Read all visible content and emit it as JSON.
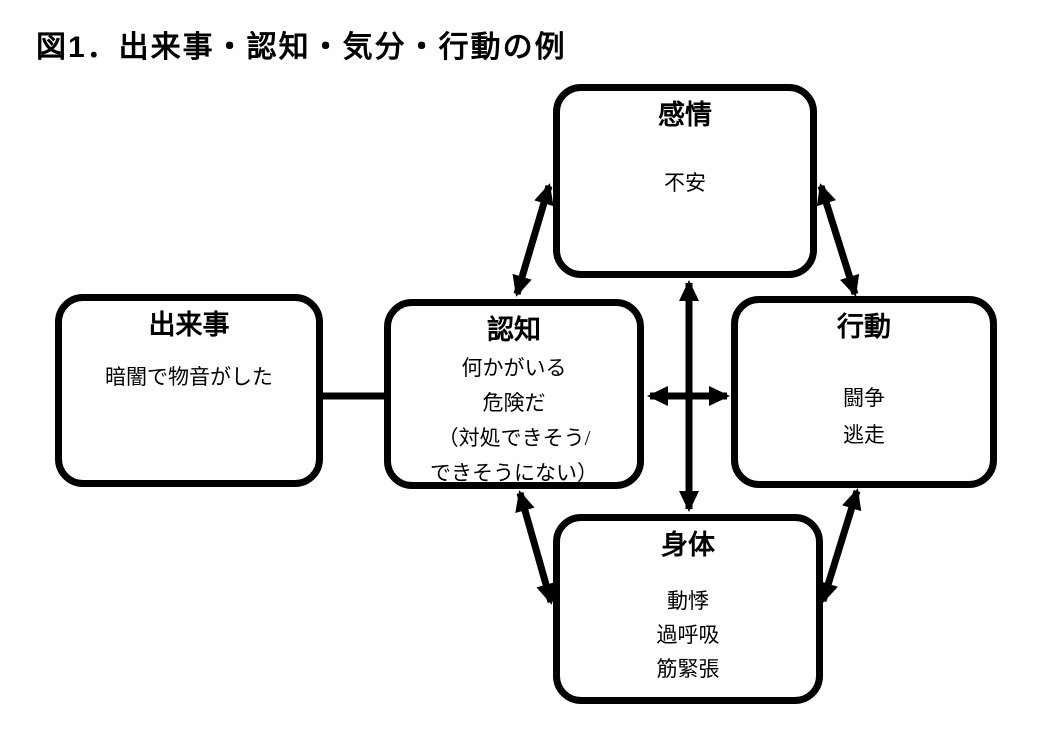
{
  "figure": {
    "title": "図1．出来事・認知・気分・行動の例"
  },
  "nodes": {
    "event": {
      "label": "出来事",
      "lines": [
        "暗闇で物音がした"
      ]
    },
    "cognition": {
      "label": "認知",
      "lines": [
        "何かがいる",
        "危険だ",
        "（対処できそう/",
        "できそうにない）"
      ]
    },
    "emotion": {
      "label": "感情",
      "lines": [
        "不安"
      ]
    },
    "behavior": {
      "label": "行動",
      "lines": [
        "闘争",
        "逃走"
      ]
    },
    "body": {
      "label": "身体",
      "lines": [
        "動悸",
        "過呼吸",
        "筋緊張"
      ]
    }
  },
  "edges": [
    {
      "from": "出来事",
      "to": "認知",
      "style": "plain-line"
    },
    {
      "from": "認知",
      "to": "感情",
      "style": "double-arrow"
    },
    {
      "from": "感情",
      "to": "行動",
      "style": "double-arrow"
    },
    {
      "from": "認知",
      "to": "行動",
      "style": "double-arrow"
    },
    {
      "from": "感情",
      "to": "身体",
      "style": "double-arrow"
    },
    {
      "from": "認知",
      "to": "身体",
      "style": "double-arrow"
    },
    {
      "from": "身体",
      "to": "行動",
      "style": "double-arrow"
    }
  ],
  "colors": {
    "ink": "#000000",
    "background": "#ffffff"
  }
}
